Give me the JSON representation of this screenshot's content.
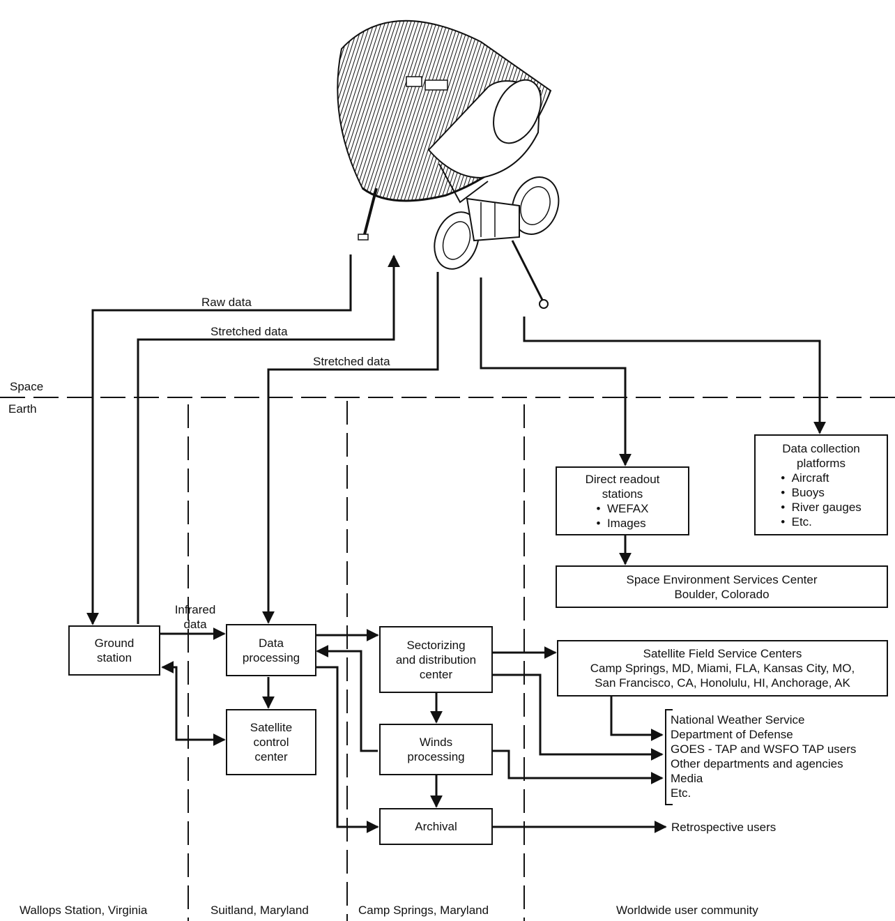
{
  "regions": {
    "space": "Space",
    "earth": "Earth"
  },
  "links": {
    "raw_data": "Raw data",
    "stretched_data_1": "Stretched data",
    "stretched_data_2": "Stretched data",
    "infrared_data": [
      "Infrared",
      "data"
    ]
  },
  "boxes": {
    "ground_station": [
      "Ground",
      "station"
    ],
    "data_processing": [
      "Data",
      "processing"
    ],
    "satellite_control": [
      "Satellite",
      "control",
      "center"
    ],
    "sectorizing": [
      "Sectorizing",
      "and distribution",
      "center"
    ],
    "winds_processing": [
      "Winds",
      "processing"
    ],
    "archival": [
      "Archival"
    ],
    "direct_readout_title": [
      "Direct readout",
      "stations"
    ],
    "direct_readout_items": [
      "WEFAX",
      "Images"
    ],
    "dcp_title": [
      "Data collection",
      "platforms"
    ],
    "dcp_items": [
      "Aircraft",
      "Buoys",
      "River gauges",
      "Etc."
    ],
    "space_env": [
      "Space Environment Services Center",
      "Boulder, Colorado"
    ],
    "field_service": [
      "Satellite Field Service Centers",
      "Camp Springs, MD, Miami, FLA, Kansas City, MO,",
      "San Francisco, CA, Honolulu, HI, Anchorage, AK"
    ]
  },
  "users": [
    "National Weather Service",
    "Department of Defense",
    "GOES - TAP and WSFO TAP users",
    "Other departments and agencies",
    "Media",
    "Etc."
  ],
  "retrospective": "Retrospective users",
  "locations": {
    "wallops": "Wallops Station, Virginia",
    "suitland": "Suitland, Maryland",
    "camp_springs": "Camp Springs, Maryland",
    "worldwide": "Worldwide user community"
  }
}
